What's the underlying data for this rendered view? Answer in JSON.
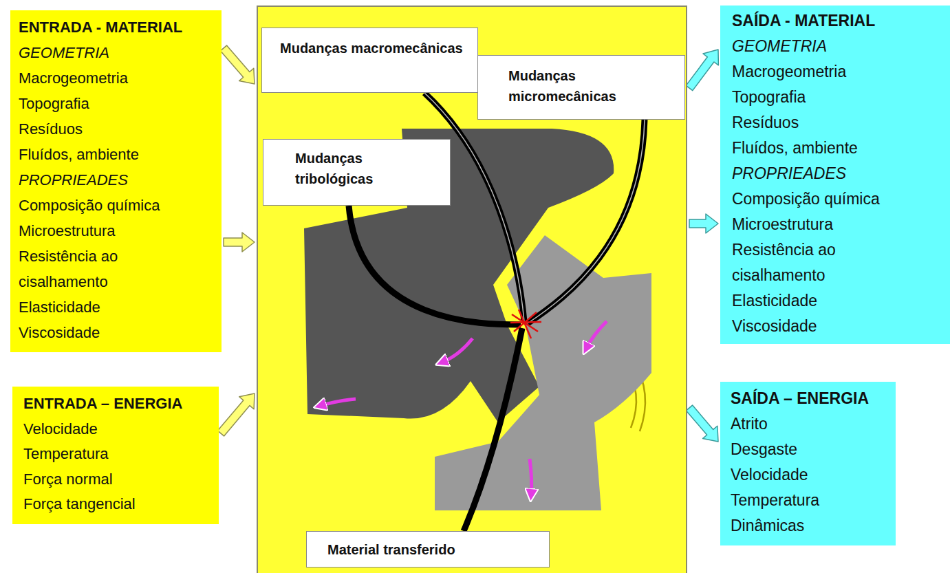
{
  "diagram": {
    "nodes": [
      {
        "text": [
          "ENTRADA - MATERIAL",
          "GEOMETRIA",
          "Macrogeometria",
          "Topografia",
          "Resíduos",
          "Fluídos, ambiente",
          "PROPRIEADES",
          "Composição química",
          "Microestrutura",
          "Resistência ao cisalhamento",
          "Elasticidade",
          "Viscosidade"
        ]
      },
      {
        "text": [
          "ENTRADA – ENERGIA",
          "Velocidade",
          "Temperatura",
          "Força normal",
          "Força tangencial"
        ]
      },
      {
        "text": []
      },
      {
        "text": [
          "Mudanças macromecânicas"
        ],
        "in": 2
      },
      {
        "text": [
          "Mudanças micromecânicas"
        ],
        "in": 2
      },
      {
        "text": [
          "Mudanças tribológicas"
        ],
        "in": 2
      },
      {
        "text": [
          "Material transferido"
        ],
        "in": 2
      },
      {
        "text": [
          "SAÍDA - MATERIAL",
          "GEOMETRIA",
          "Macrogeometria",
          "Topografia",
          "Resíduos",
          "Fluídos, ambiente",
          "PROPRIEADES",
          "Composição química",
          "Microestrutura",
          "Resistência ao cisalhamento",
          "Elasticidade",
          "Viscosidade"
        ]
      },
      {
        "text": [
          "SAÍDA – ENERGIA",
          "Atrito",
          "Desgaste",
          "Velocidade",
          "Temperatura",
          "Dinâmicas"
        ]
      }
    ],
    "edges": [
      {
        "from": 0,
        "to": 2,
        "arrow": "to"
      },
      {
        "from": 0,
        "to": 2,
        "arrow": "to"
      },
      {
        "from": 1,
        "to": 2,
        "arrow": "to"
      },
      {
        "from": 2,
        "to": 7,
        "arrow": "to"
      },
      {
        "from": 2,
        "to": 7,
        "arrow": "to"
      },
      {
        "from": 2,
        "to": 8,
        "arrow": "to"
      }
    ]
  }
}
